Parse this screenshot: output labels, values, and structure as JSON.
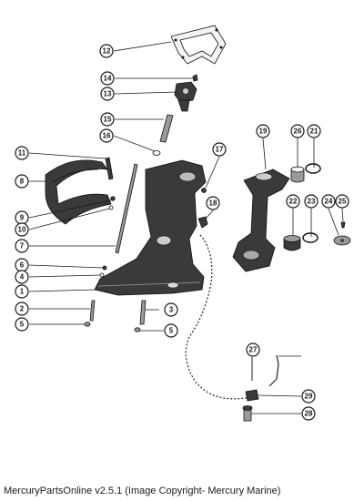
{
  "caption": "MercuryPartsOnline v2.5.1 (Image Copyright- Mercury Marine)",
  "callouts": [
    "12",
    "14",
    "13",
    "15",
    "16",
    "11",
    "8",
    "9",
    "10",
    "7",
    "6",
    "4",
    "1",
    "2",
    "5",
    "3",
    "5",
    "17",
    "18",
    "19",
    "26",
    "21",
    "22",
    "23",
    "24",
    "25",
    "27",
    "29",
    "28"
  ]
}
